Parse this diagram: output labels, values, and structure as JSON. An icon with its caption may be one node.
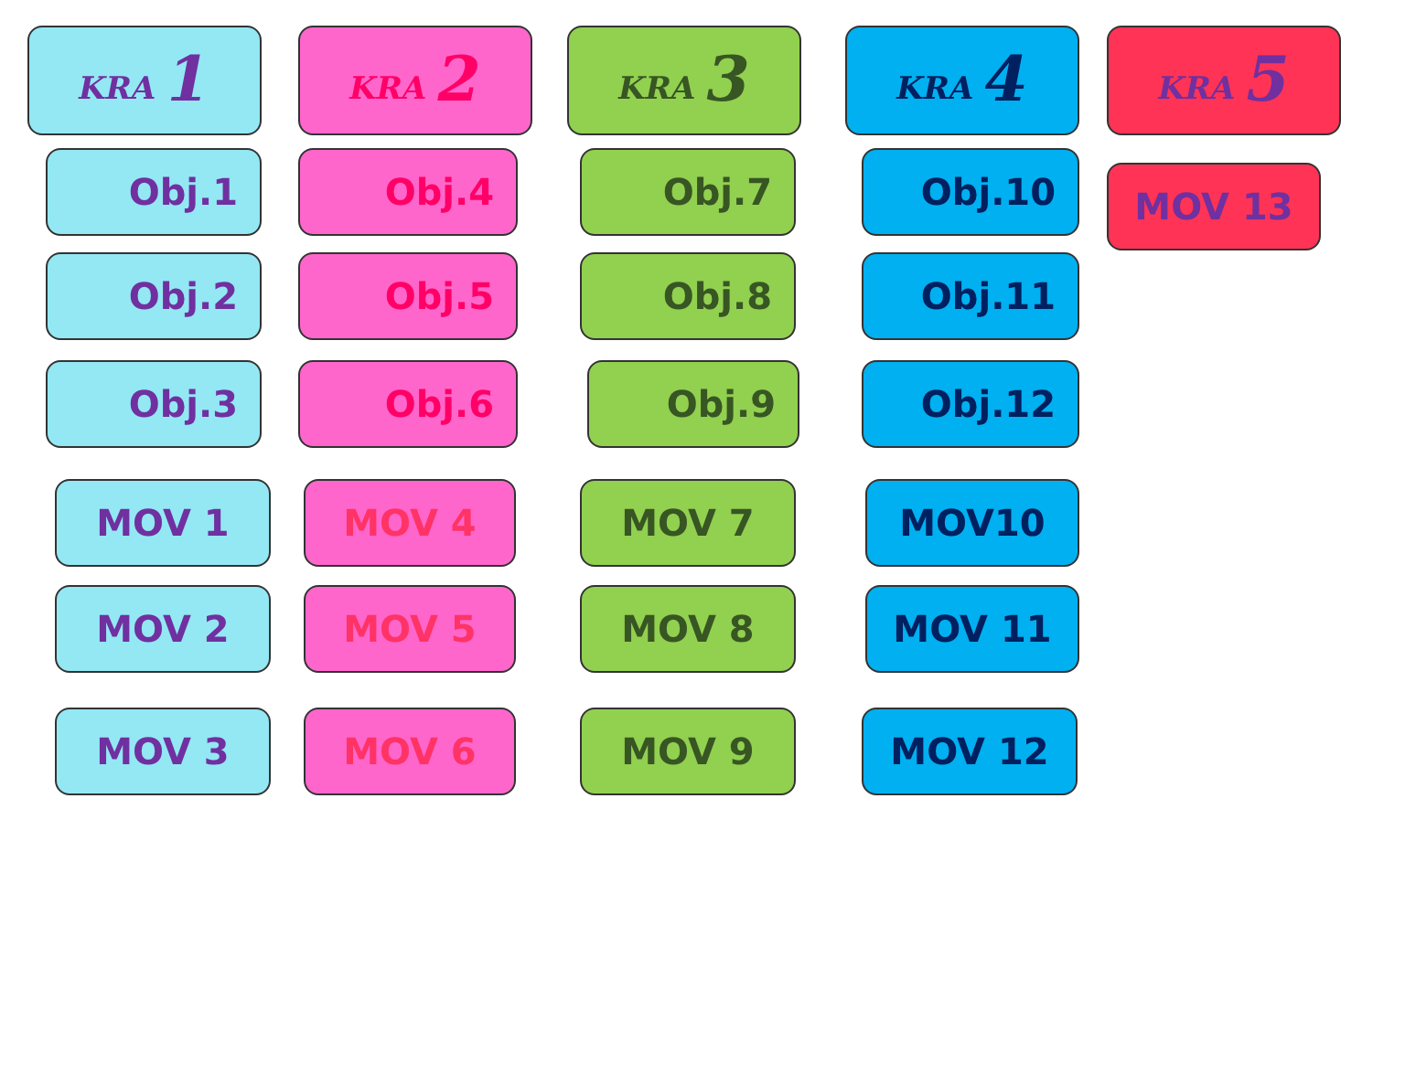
{
  "diagram": {
    "nodes": [
      {
        "text": [
          "KRA",
          "1"
        ]
      },
      {
        "text": [
          "KRA",
          "2"
        ]
      },
      {
        "text": [
          "KRA",
          "3"
        ]
      },
      {
        "text": [
          "KRA",
          "4"
        ]
      },
      {
        "text": [
          "KRA",
          "5"
        ]
      },
      {
        "text": [
          "Obj.1"
        ]
      },
      {
        "text": [
          "Obj.4"
        ]
      },
      {
        "text": [
          "Obj.7"
        ]
      },
      {
        "text": [
          "Obj.10"
        ]
      },
      {
        "text": [
          "MOV 13"
        ]
      },
      {
        "text": [
          "Obj.2"
        ]
      },
      {
        "text": [
          "Obj.5"
        ]
      },
      {
        "text": [
          "Obj.8"
        ]
      },
      {
        "text": [
          "Obj.11"
        ]
      },
      {
        "text": [
          "Obj.3"
        ]
      },
      {
        "text": [
          "Obj.6"
        ]
      },
      {
        "text": [
          "Obj.9"
        ]
      },
      {
        "text": [
          "Obj.12"
        ]
      },
      {
        "text": [
          "MOV 1"
        ]
      },
      {
        "text": [
          "MOV 4"
        ]
      },
      {
        "text": [
          "MOV 7"
        ]
      },
      {
        "text": [
          "MOV10"
        ]
      },
      {
        "text": [
          "MOV 2"
        ]
      },
      {
        "text": [
          "MOV 5"
        ]
      },
      {
        "text": [
          "MOV 8"
        ]
      },
      {
        "text": [
          "MOV 11"
        ]
      },
      {
        "text": [
          "MOV 3"
        ]
      },
      {
        "text": [
          "MOV 6"
        ]
      },
      {
        "text": [
          "MOV 9"
        ]
      },
      {
        "text": [
          "MOV 12"
        ]
      }
    ]
  }
}
